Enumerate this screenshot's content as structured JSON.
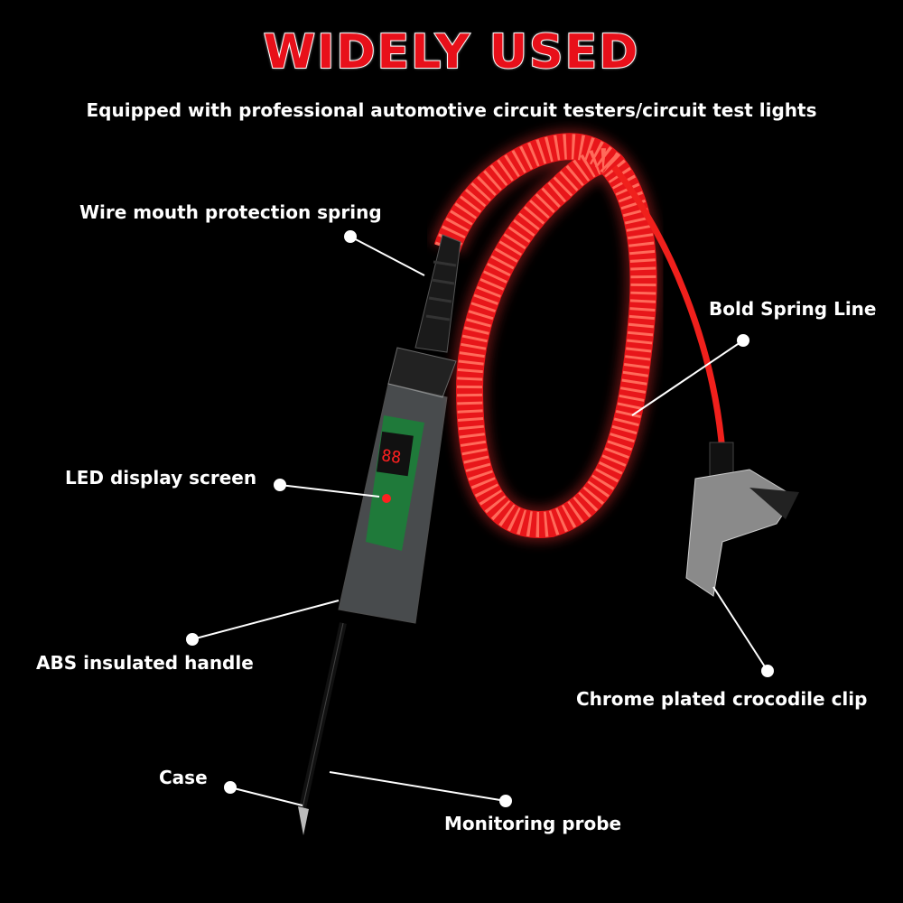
{
  "title": "WIDELY USED",
  "subtitle": "Equipped with professional automotive circuit testers/circuit test lights",
  "labels": {
    "spring": "Wire mouth protection spring",
    "bold_line": "Bold Spring Line",
    "led": "LED display screen",
    "handle": "ABS insulated handle",
    "clip": "Chrome plated crocodile clip",
    "case": "Case",
    "probe": "Monitoring probe"
  },
  "colors": {
    "title": "#e8101a",
    "cord": "#f0201c",
    "background": "#000000"
  }
}
